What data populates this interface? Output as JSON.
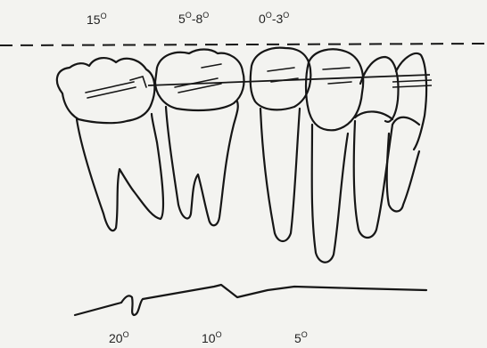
{
  "top_angles": [
    {
      "value": "15",
      "unit": "O"
    },
    {
      "value": "5",
      "unit": "O",
      "sep": "-",
      "value2": "8",
      "unit2": "O"
    },
    {
      "value": "0",
      "unit": "O",
      "sep": "-",
      "value2": "3",
      "unit2": "O"
    }
  ],
  "bottom_angles": [
    {
      "value": "20",
      "unit": "O"
    },
    {
      "value": "10",
      "unit": "O"
    },
    {
      "value": "5",
      "unit": "O"
    }
  ],
  "colors": {
    "ink": "#161616",
    "background": "#f3f3f0"
  }
}
